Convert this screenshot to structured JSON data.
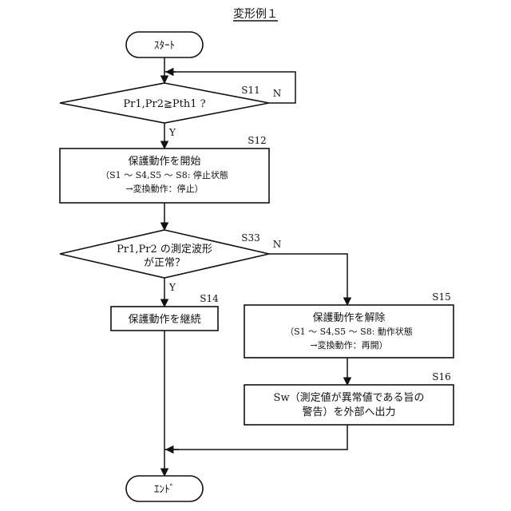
{
  "title": "変形例１",
  "start": {
    "label": "ｽﾀｰﾄ"
  },
  "end": {
    "label": "ｴﾝﾄﾞ"
  },
  "steps": {
    "s11": {
      "id": "S11",
      "question": "Pr1,Pr2≧Pth1 ?",
      "yes": "Y",
      "no": "N"
    },
    "s12": {
      "id": "S12",
      "line1": "保護動作を開始",
      "line2": "（S1 ～ S4,S5 ～ S8: 停止状態",
      "line3": "→変換動作：停止）"
    },
    "s33": {
      "id": "S33",
      "line1": "Pr1,Pr2 の測定波形",
      "line2": "が正常？",
      "yes": "Y",
      "no": "N"
    },
    "s14": {
      "id": "S14",
      "line1": "保護動作を継続"
    },
    "s15": {
      "id": "S15",
      "line1": "保護動作を解除",
      "line2": "（S1 ～ S4,S5 ～ S8: 動作状態",
      "line3": "→変換動作：再開）"
    },
    "s16": {
      "id": "S16",
      "line1": "Sw（測定値が異常値である旨の",
      "line2": "警告）を外部へ出力"
    }
  }
}
